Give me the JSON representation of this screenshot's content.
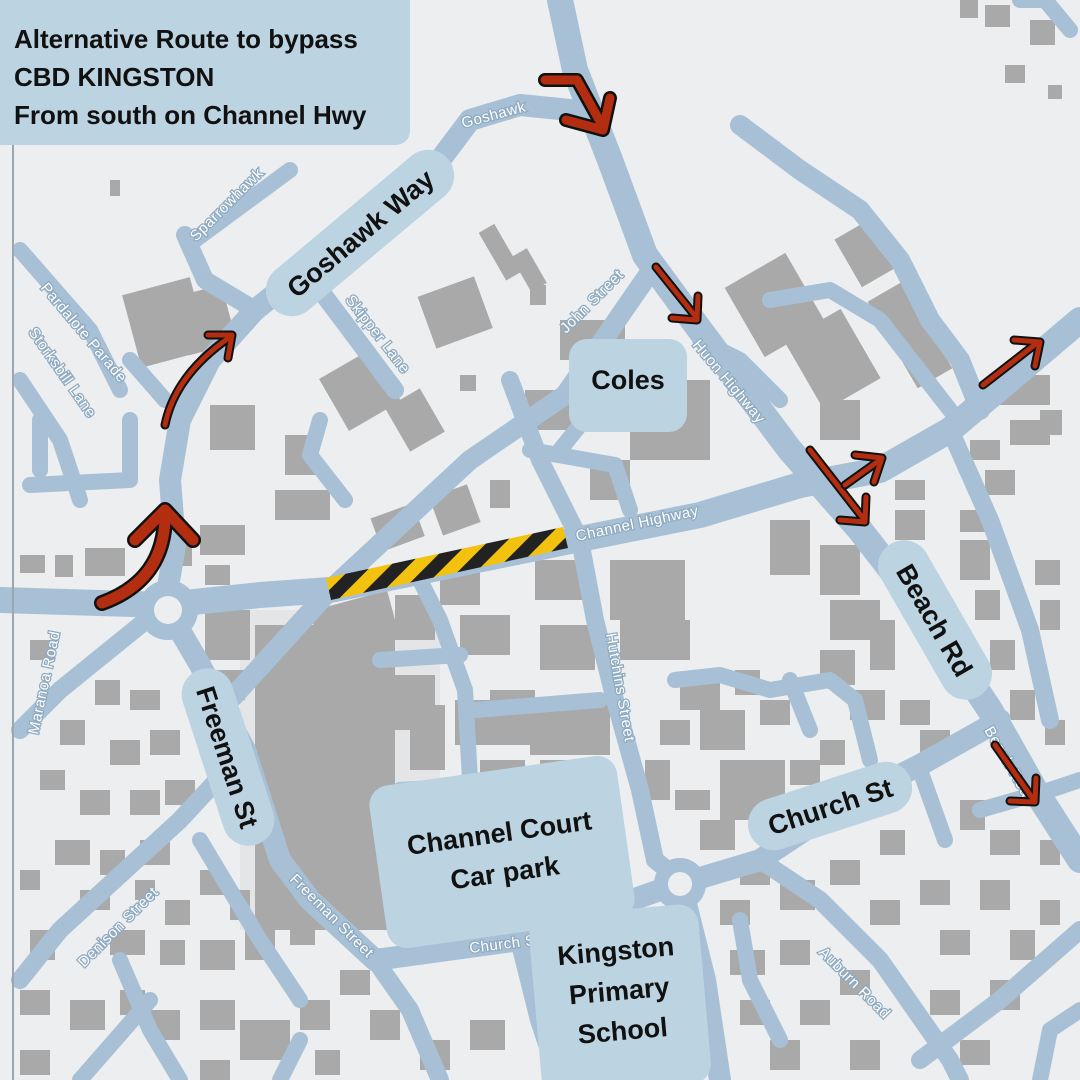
{
  "map": {
    "title_lines": [
      "Alternative Route to bypass",
      "CBD KINGSTON",
      "From south on Channel Hwy"
    ],
    "boxed_labels": {
      "goshawk_way": "Goshawk Way",
      "coles": "Coles",
      "beach_rd": "Beach Rd",
      "freeman_st": "Freeman St",
      "church_st": "Church St",
      "channel_court_line1": "Channel Court",
      "channel_court_line2": "Car park",
      "school_line1": "Kingston",
      "school_line2": "Primary",
      "school_line3": "School"
    },
    "street_names": {
      "goshawk_top": "Goshawk",
      "sparrowhawk": "Sparrowhawk",
      "skipper_lane": "Skipper Lane",
      "john_street": "John Street",
      "huon_highway": "Huon Highway",
      "channel_highway": "Channel Highway",
      "pardalote_parade": "Pardalote Parade",
      "storksbill_lane": "Storksbill Lane",
      "maranoa_road": "Maranoa Road",
      "hutchins_street": "Hutchins Street",
      "denison_street": "Denison Street",
      "freeman_street": "Freeman Street",
      "church_street": "Church Street",
      "auburn_road": "Auburn Road",
      "beach_road_small": "Beach Road"
    },
    "closure": {
      "description": "closed section of Channel Highway"
    },
    "colors": {
      "road": "#a7c0d6",
      "building": "#a9a9a9",
      "background": "#eceeef",
      "label_box": "#bcd3e1",
      "arrow": "#b32d10",
      "closure_yellow": "#f2c20f",
      "closure_black": "#222222"
    }
  }
}
